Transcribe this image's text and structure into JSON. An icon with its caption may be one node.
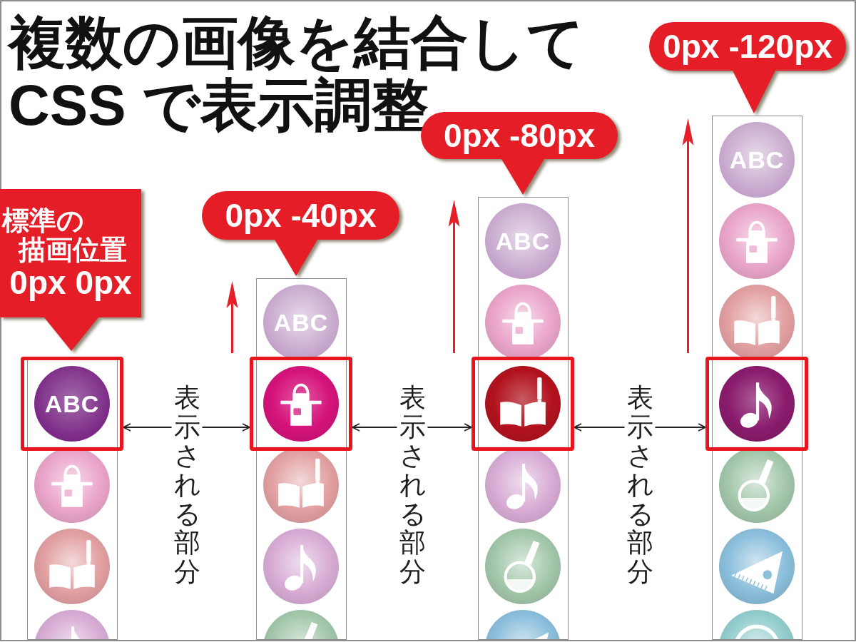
{
  "diagram": {
    "title": "複数の画像を結合してCSS で表示調整",
    "nodes": [
      {
        "text": [
          "標準の描画位置",
          "0px 0px"
        ]
      },
      {
        "text": [],
        "shape": "box"
      },
      {
        "text": [
          "表示される部分"
        ]
      },
      {
        "text": [
          "0px -40px"
        ]
      },
      {
        "text": [],
        "shape": "box"
      },
      {
        "text": [
          "表示される部分"
        ]
      },
      {
        "text": [
          "0px -80px"
        ]
      },
      {
        "text": [],
        "shape": "box"
      },
      {
        "text": [
          "表示される部分"
        ]
      },
      {
        "text": [
          "0px -120px"
        ]
      },
      {
        "text": [],
        "shape": "box"
      }
    ],
    "edges": [
      {
        "from": 2,
        "to": 1,
        "arrow": "to"
      },
      {
        "from": 2,
        "to": 4,
        "arrow": "to"
      },
      {
        "from": 5,
        "to": 4,
        "arrow": "to"
      },
      {
        "from": 5,
        "to": 7,
        "arrow": "to"
      },
      {
        "from": 8,
        "to": 7,
        "arrow": "to"
      },
      {
        "from": 8,
        "to": 10,
        "arrow": "to"
      }
    ],
    "labels": [
      "ABC",
      "ABC",
      "ABC",
      "ABC"
    ]
  }
}
